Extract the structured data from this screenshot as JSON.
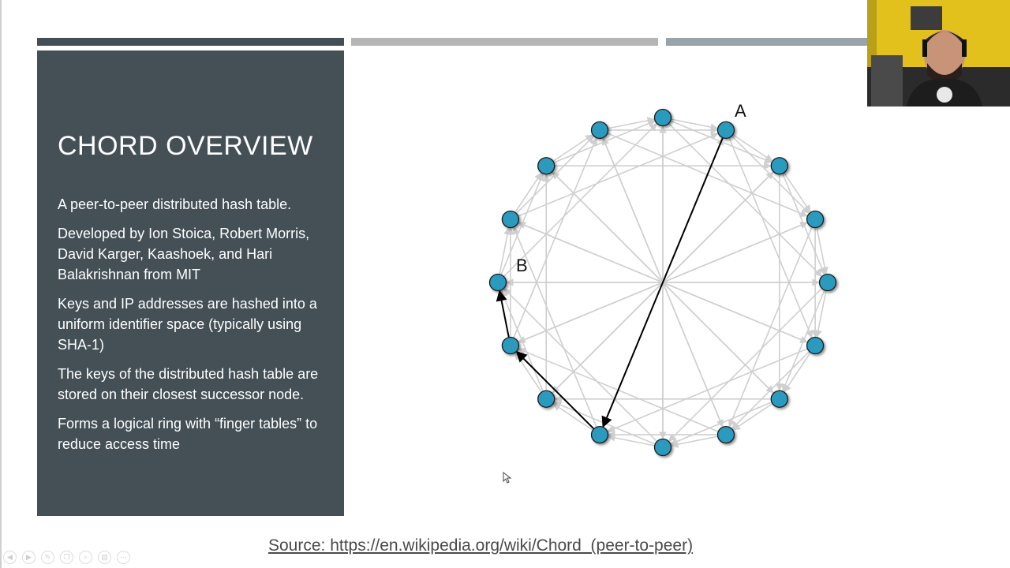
{
  "slide": {
    "title": "CHORD OVERVIEW",
    "bullets": [
      "A peer-to-peer distributed hash table.",
      "Developed by Ion Stoica, Robert Morris, David Karger, Kaashoek, and Hari Balakrishnan from MIT",
      "Keys and IP addresses are hashed into a uniform identifier space (typically using SHA-1)",
      "The keys of the distributed hash table are stored on their closest successor node.",
      "Forms a logical ring with “finger tables” to reduce access time"
    ],
    "source": "Source: https://en.wikipedia.org/wiki/Chord_(peer-to-peer)"
  },
  "diagram": {
    "node_count": 16,
    "node_color": "#2a9bbf",
    "edge_color": "#cfcfcf",
    "path_color": "#000000",
    "labels": {
      "a": "A",
      "b": "B"
    }
  },
  "icons": {
    "toolbar": [
      "prev-icon",
      "play-icon",
      "pen-icon",
      "copy-icon",
      "zoom-icon",
      "slides-icon",
      "more-icon"
    ]
  }
}
